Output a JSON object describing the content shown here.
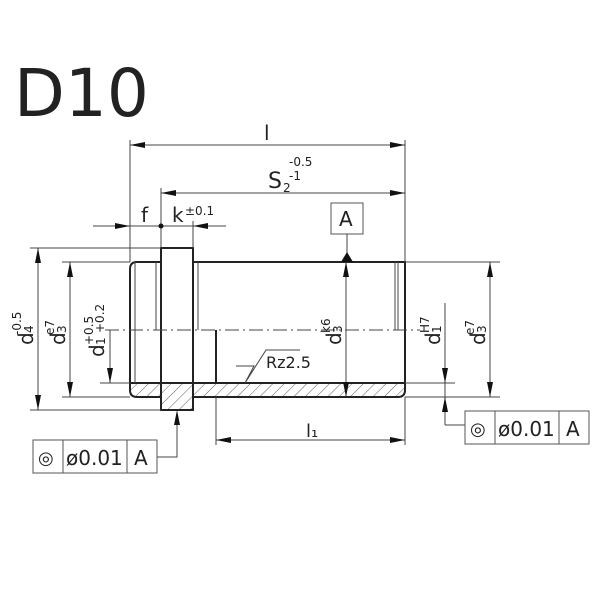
{
  "title": "D10",
  "dimensions": {
    "l": "l",
    "s2": {
      "base": "S",
      "sub": "2",
      "upper": "-0.5",
      "lower": "-1"
    },
    "f": "f",
    "k": {
      "base": "k",
      "tol": "±0.1"
    },
    "d4": {
      "base": "d",
      "sub": "4",
      "sup": "-0.5"
    },
    "d3_left": {
      "base": "d",
      "sub": "3",
      "sup": "e7"
    },
    "d1_left": {
      "base": "d",
      "sub": "1",
      "upper": "+0.5",
      "lower": "+0.2"
    },
    "d3_mid": {
      "base": "d",
      "sub": "3",
      "sup": "k6"
    },
    "d1_right": {
      "base": "d",
      "sub": "1",
      "sup": "H7"
    },
    "d3_right": {
      "base": "d",
      "sub": "3",
      "sup": "e7"
    },
    "l1": "l₁"
  },
  "surface_finish": "Rz2.5",
  "datum": "A",
  "tolerance_frames": [
    {
      "symbol": "◎",
      "value": "ø0.01",
      "datum": "A"
    },
    {
      "symbol": "◎",
      "value": "ø0.01",
      "datum": "A"
    }
  ]
}
